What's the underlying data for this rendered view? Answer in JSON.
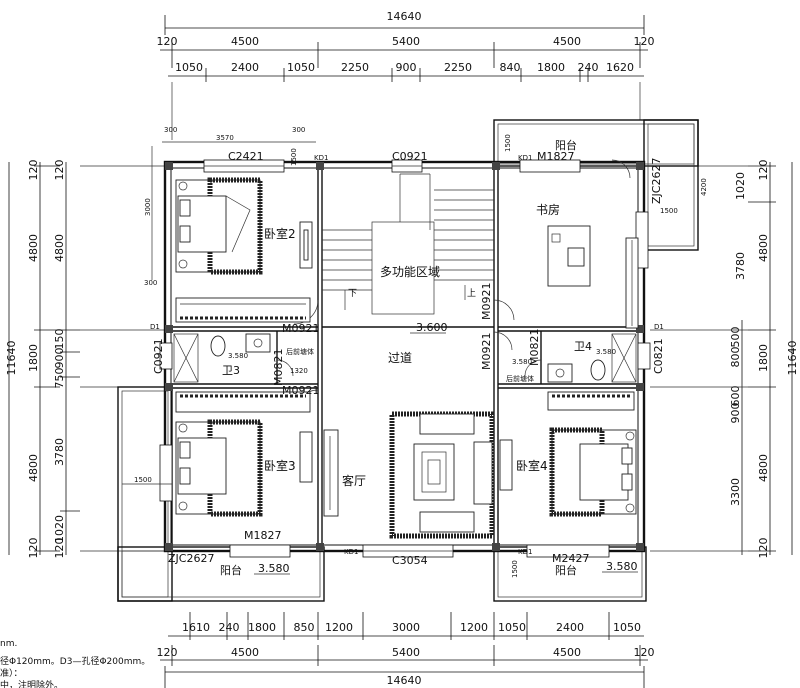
{
  "plan": {
    "dims_top": {
      "overall": "14640",
      "row2": [
        "120",
        "4500",
        "5400",
        "4500",
        "120"
      ],
      "row3": [
        "1050",
        "2400",
        "1050",
        "2250",
        "900",
        "2250",
        "840",
        "1800",
        "240",
        "1620"
      ]
    },
    "dims_bottom": {
      "overall": "14640",
      "row2": [
        "120",
        "4500",
        "5400",
        "4500",
        "120"
      ],
      "row3": [
        "1610",
        "240",
        "1800",
        "850",
        "1200",
        "3000",
        "1200",
        "1050",
        "2400",
        "1050"
      ]
    },
    "dims_left": {
      "overall": "11640",
      "outer": [
        "120",
        "4800",
        "1800",
        "4800",
        "120"
      ],
      "inner": [
        "120",
        "4800",
        "150",
        "900",
        "750",
        "3780",
        "1020",
        "120"
      ]
    },
    "dims_right": {
      "overall": "11640",
      "outer": [
        "120",
        "1020",
        "3780",
        "4800",
        "1800",
        "4800",
        "120"
      ],
      "inner": [
        "500",
        "800",
        "900",
        "600",
        "3300"
      ]
    },
    "rooms": {
      "bedroom2": "卧室2",
      "bedroom3": "卧室3",
      "bedroom4": "卧室4",
      "study": "书房",
      "multi": "多功能区域",
      "corridor": "过道",
      "living": "客厅",
      "wc3": "卫3",
      "wc4": "卫4",
      "balcony_top": "阳台",
      "balcony_bl": "阳台",
      "balcony_br": "阳台"
    },
    "openings": {
      "c2421": "C2421",
      "c0921_top": "C0921",
      "m1827_top": "M1827",
      "zjc2627_top": "ZJC2627",
      "m0921_b2": "M0921",
      "m0921_multi": "M0921",
      "m0921_b3": "M0921",
      "m0921_r": "M0921",
      "m0821_l": "M0821",
      "m0821_r": "M0821",
      "c0921_l": "C0921",
      "c0821_r": "C0821",
      "m1827_bot": "M1827",
      "zjc2627_bot": "ZJC2627",
      "c3054": "C3054",
      "m2427": "M2427"
    },
    "levels": {
      "corridor": "3.600",
      "balcony_bl": "3.580",
      "balcony_br": "3.580",
      "wc3": "3.580",
      "wc4": "3.580",
      "wc4_b": "3.580"
    },
    "misc": {
      "kd1_a": "KD1",
      "kd1_b": "KD1",
      "kd1_c": "KD1",
      "kd1_d": "KD1",
      "d1_l": "D1",
      "d1_r": "D1",
      "flue_l": "后前塘体",
      "flue_r": "后前塘体",
      "d_1320": "1320",
      "d_3570": "3570",
      "d_300a": "300",
      "d_300b": "300",
      "d_300c": "300",
      "d_1500_tl": "1500",
      "d_3000": "3000",
      "d_1500_tr": "1500",
      "d_4200": "4200",
      "d_1500_bl": "1500",
      "d_1500_br": "1500",
      "d_1500_tr2": "1500",
      "up": "上",
      "down": "下",
      "note1": "nm.",
      "note2": "径Φ120mm。D3—孔径Φ200mm。",
      "note3": "准）：",
      "note4": "中，注明除外。"
    }
  }
}
